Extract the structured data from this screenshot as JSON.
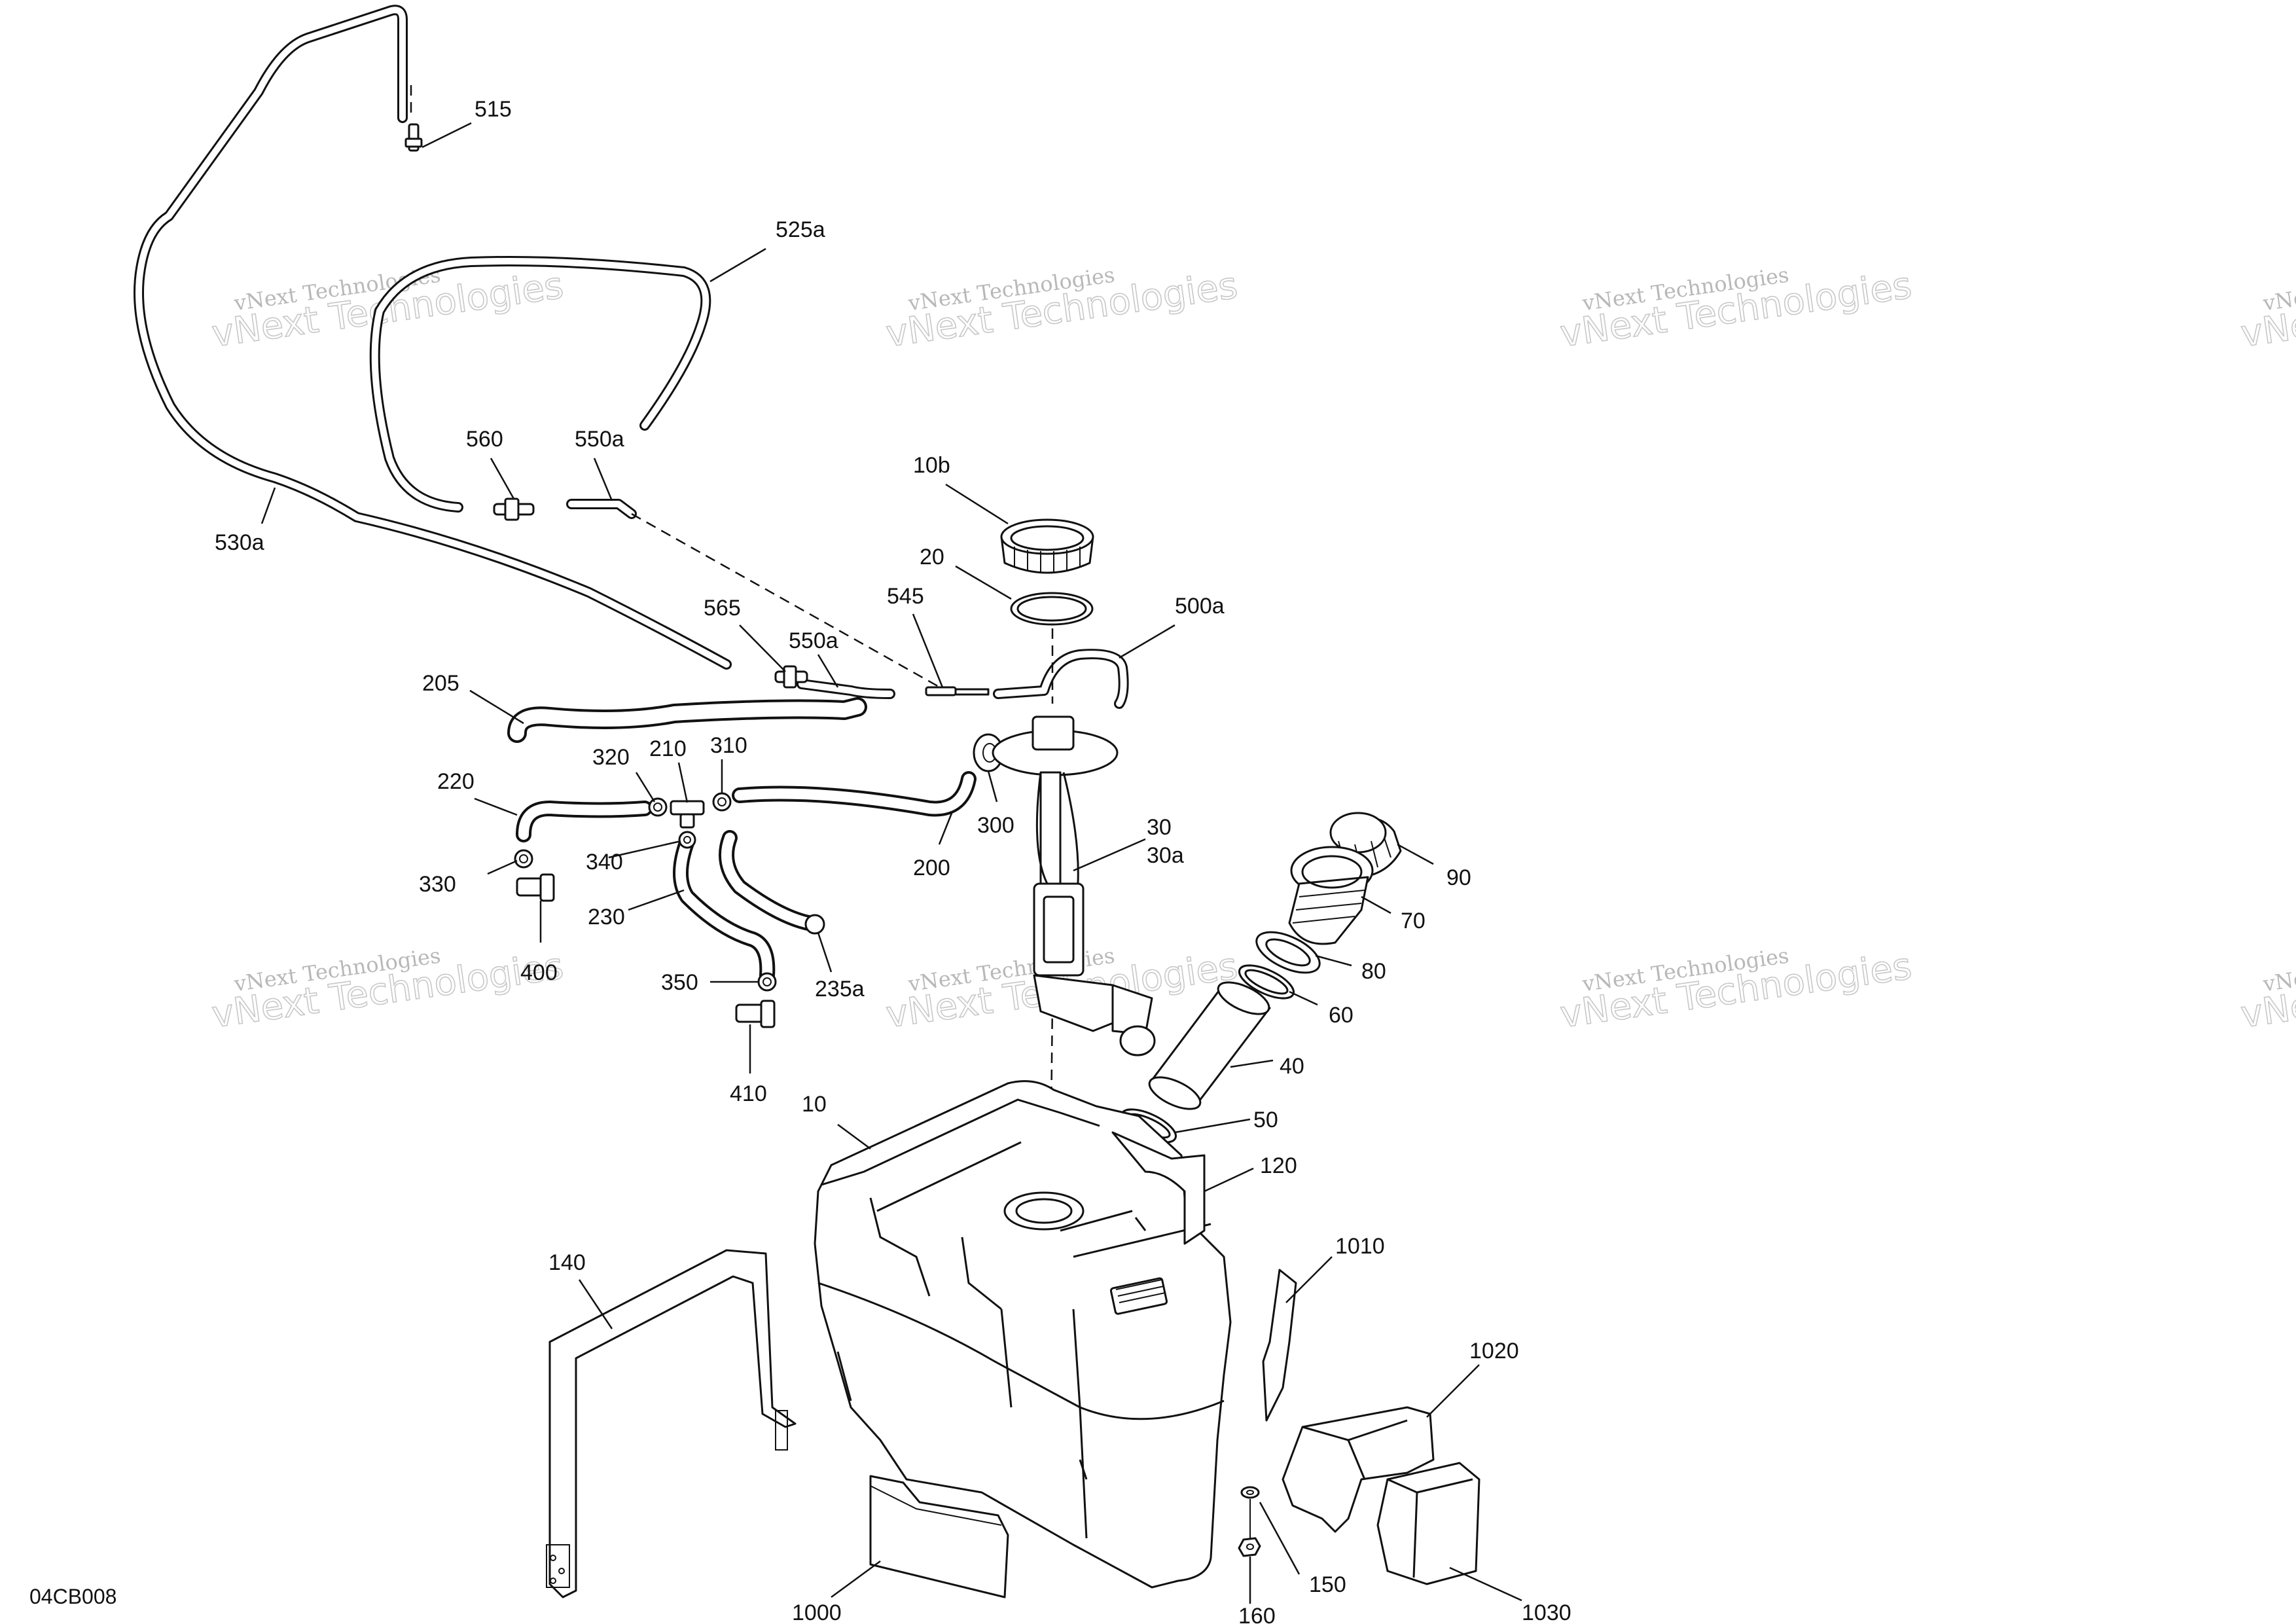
{
  "drawing_code": "04CB008",
  "watermark": {
    "line1": "vNext Technologies",
    "line2": "vNext Technologies"
  },
  "parts": [
    {
      "id": "p515",
      "label": "515"
    },
    {
      "id": "p525a",
      "label": "525a"
    },
    {
      "id": "p560",
      "label": "560"
    },
    {
      "id": "p550a_top",
      "label": "550a"
    },
    {
      "id": "p530a",
      "label": "530a"
    },
    {
      "id": "p10b",
      "label": "10b"
    },
    {
      "id": "p20",
      "label": "20"
    },
    {
      "id": "p545",
      "label": "545"
    },
    {
      "id": "p500a",
      "label": "500a"
    },
    {
      "id": "p565",
      "label": "565"
    },
    {
      "id": "p550a_mid",
      "label": "550a"
    },
    {
      "id": "p205",
      "label": "205"
    },
    {
      "id": "p320",
      "label": "320"
    },
    {
      "id": "p210",
      "label": "210"
    },
    {
      "id": "p310",
      "label": "310"
    },
    {
      "id": "p220",
      "label": "220"
    },
    {
      "id": "p300",
      "label": "300"
    },
    {
      "id": "p30",
      "label": "30"
    },
    {
      "id": "p30a",
      "label": "30a"
    },
    {
      "id": "p340",
      "label": "340"
    },
    {
      "id": "p200",
      "label": "200"
    },
    {
      "id": "p330",
      "label": "330"
    },
    {
      "id": "p230",
      "label": "230"
    },
    {
      "id": "p400",
      "label": "400"
    },
    {
      "id": "p350",
      "label": "350"
    },
    {
      "id": "p235a",
      "label": "235a"
    },
    {
      "id": "p410",
      "label": "410"
    },
    {
      "id": "p90",
      "label": "90"
    },
    {
      "id": "p70",
      "label": "70"
    },
    {
      "id": "p80",
      "label": "80"
    },
    {
      "id": "p60",
      "label": "60"
    },
    {
      "id": "p40",
      "label": "40"
    },
    {
      "id": "p50",
      "label": "50"
    },
    {
      "id": "p10",
      "label": "10"
    },
    {
      "id": "p120",
      "label": "120"
    },
    {
      "id": "p140",
      "label": "140"
    },
    {
      "id": "p1010",
      "label": "1010"
    },
    {
      "id": "p1020",
      "label": "1020"
    },
    {
      "id": "p150",
      "label": "150"
    },
    {
      "id": "p1000",
      "label": "1000"
    },
    {
      "id": "p160",
      "label": "160"
    },
    {
      "id": "p1030",
      "label": "1030"
    }
  ]
}
